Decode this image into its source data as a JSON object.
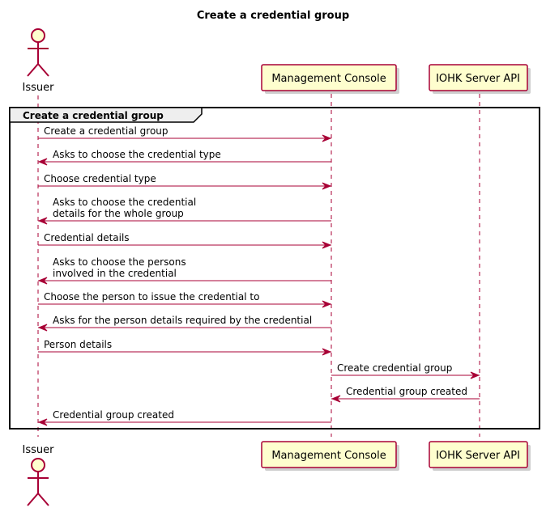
{
  "title": "Create a credential group",
  "participants": [
    {
      "id": "issuer",
      "label": "Issuer",
      "kind": "actor"
    },
    {
      "id": "console",
      "label": "Management Console",
      "kind": "box"
    },
    {
      "id": "api",
      "label": "IOHK Server API",
      "kind": "box"
    }
  ],
  "group": {
    "label": "Create a credential group"
  },
  "messages": [
    {
      "from": "issuer",
      "to": "console",
      "lines": [
        "Create a credential group"
      ]
    },
    {
      "from": "console",
      "to": "issuer",
      "lines": [
        "Asks to choose the credential type"
      ]
    },
    {
      "from": "issuer",
      "to": "console",
      "lines": [
        "Choose credential type"
      ]
    },
    {
      "from": "console",
      "to": "issuer",
      "lines": [
        "Asks to choose the credential",
        "details for the whole group"
      ]
    },
    {
      "from": "issuer",
      "to": "console",
      "lines": [
        "Credential details"
      ]
    },
    {
      "from": "console",
      "to": "issuer",
      "lines": [
        "Asks to choose the persons",
        "involved in the credential"
      ]
    },
    {
      "from": "issuer",
      "to": "console",
      "lines": [
        "Choose the person to issue the credential to"
      ]
    },
    {
      "from": "console",
      "to": "issuer",
      "lines": [
        "Asks for the person details required by the credential"
      ]
    },
    {
      "from": "issuer",
      "to": "console",
      "lines": [
        "Person details"
      ]
    },
    {
      "from": "console",
      "to": "api",
      "lines": [
        "Create credential group"
      ]
    },
    {
      "from": "api",
      "to": "console",
      "lines": [
        "Credential group created"
      ]
    },
    {
      "from": "console",
      "to": "issuer",
      "lines": [
        "Credential group created"
      ]
    }
  ],
  "colors": {
    "participant_fill": "#FEFECE",
    "line": "#A80036",
    "group_tab": "#EEEEEE"
  }
}
